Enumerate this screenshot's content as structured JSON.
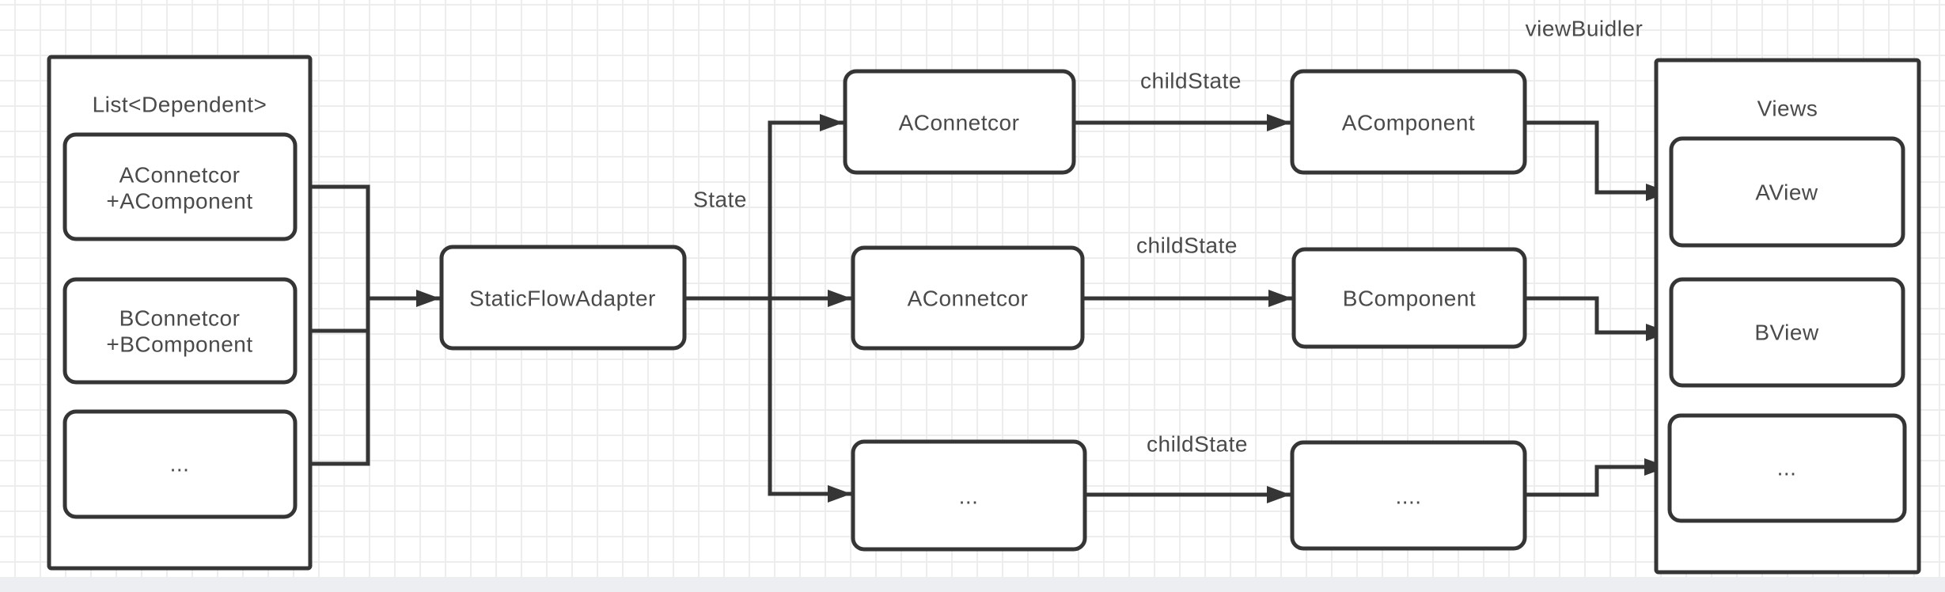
{
  "diagram": {
    "left_panel": {
      "title": "List<Dependent>",
      "items": [
        {
          "line1": "AConnetcor",
          "line2": "+AComponent"
        },
        {
          "line1": "BConnetcor",
          "line2": "+BComponent"
        },
        {
          "line1": "..."
        }
      ]
    },
    "adapter_label": "StaticFlowAdapter",
    "state_label": "State",
    "view_builder_label": "viewBuidler",
    "rows": [
      {
        "connector": "AConnetcor",
        "edge_label": "childState",
        "component": "AComponent",
        "view": "AView"
      },
      {
        "connector": "AConnetcor",
        "edge_label": "childState",
        "component": "BComponent",
        "view": "BView"
      },
      {
        "connector": "...",
        "edge_label": "childState",
        "component": "....",
        "view": "..."
      }
    ],
    "views_panel": {
      "title": "Views"
    }
  },
  "colors": {
    "stroke": "#353535",
    "text": "#4a4a4a",
    "grid": "#ededf0",
    "canvas": "#ffffff",
    "strip": "#eceef1"
  }
}
